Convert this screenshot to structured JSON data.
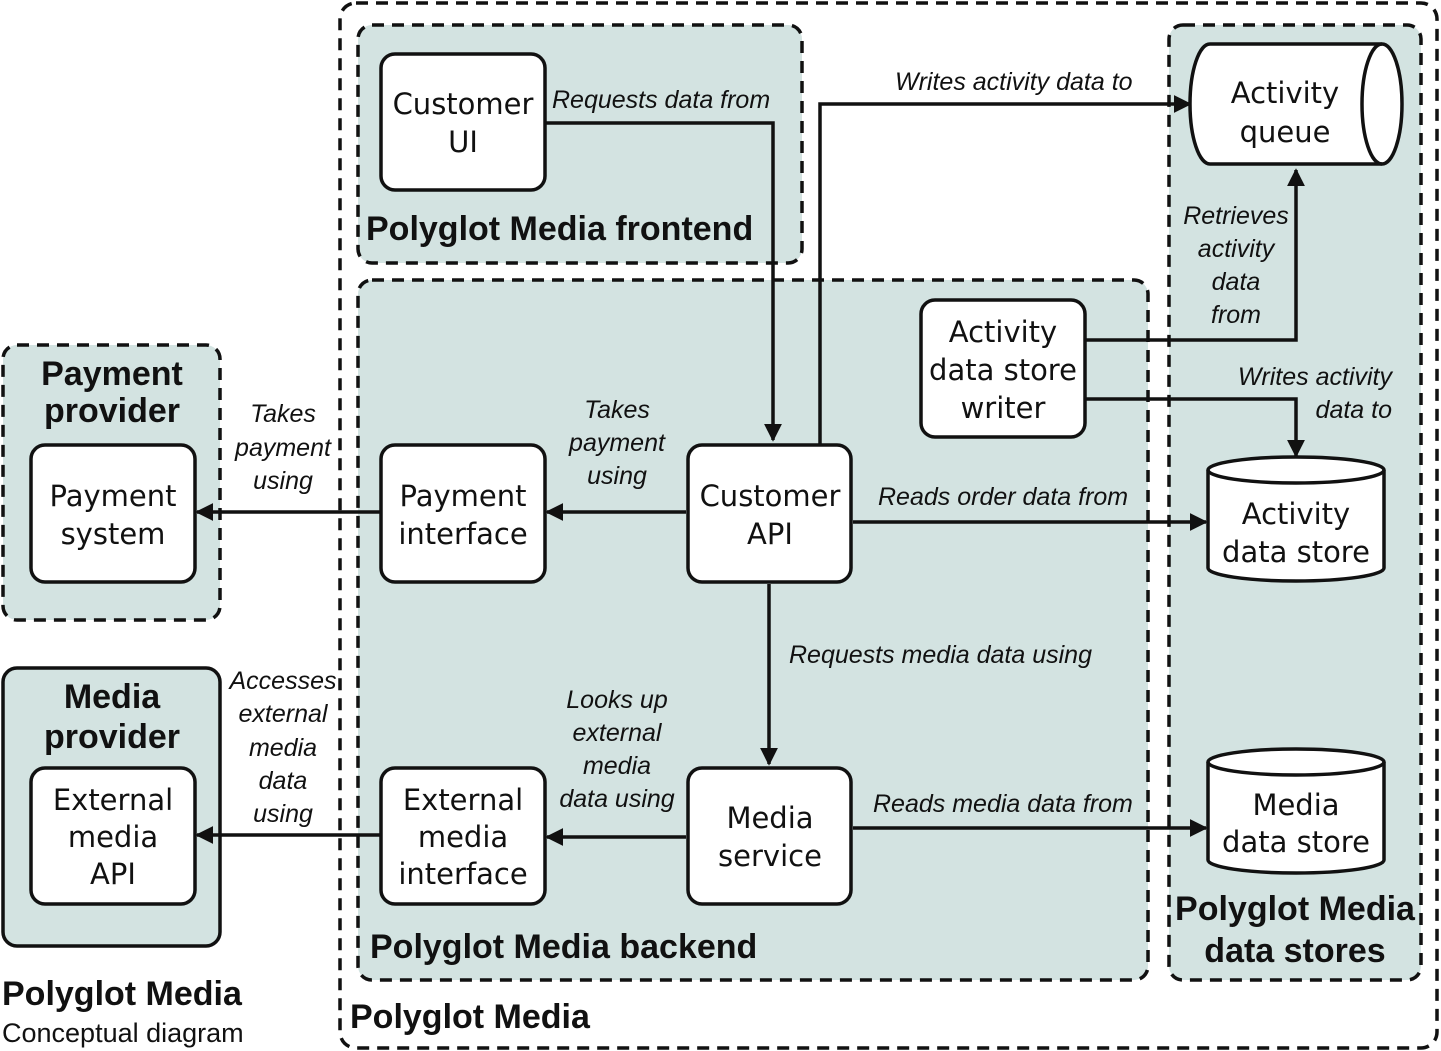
{
  "theme": {
    "group_fill": "#d3e3e1",
    "stroke": "#111111",
    "node_fill": "#ffffff"
  },
  "groups": {
    "polyglot_media": "Polyglot Media",
    "frontend": "Polyglot Media frontend",
    "backend": "Polyglot Media backend",
    "data_stores": [
      "Polyglot Media",
      "data stores"
    ],
    "payment_provider": [
      "Payment",
      "provider"
    ],
    "media_provider": [
      "Media",
      "provider"
    ]
  },
  "nodes": {
    "customer_ui": [
      "Customer",
      "UI"
    ],
    "customer_api": [
      "Customer",
      "API"
    ],
    "payment_interface": [
      "Payment",
      "interface"
    ],
    "payment_system": [
      "Payment",
      "system"
    ],
    "media_service": [
      "Media",
      "service"
    ],
    "external_media_interface": [
      "External",
      "media",
      "interface"
    ],
    "external_media_api": [
      "External",
      "media",
      "API"
    ],
    "activity_writer": [
      "Activity",
      "data store",
      "writer"
    ],
    "activity_queue": [
      "Activity",
      "queue"
    ],
    "activity_store": [
      "Activity",
      "data store"
    ],
    "media_store": [
      "Media",
      "data store"
    ]
  },
  "edges": {
    "ui_to_api": "Requests data from",
    "api_to_queue": "Writes activity data to",
    "writer_from_queue": [
      "Retrieves",
      "activity",
      "data",
      "from"
    ],
    "writer_to_store": [
      "Writes activity",
      "data to"
    ],
    "api_to_activity_store": "Reads order data from",
    "api_to_payment_interface": [
      "Takes",
      "payment",
      "using"
    ],
    "payment_interface_to_system": [
      "Takes",
      "payment",
      "using"
    ],
    "api_to_media_service": "Requests media data using",
    "media_service_to_ext_interface": [
      "Looks up",
      "external",
      "media",
      "data using"
    ],
    "ext_interface_to_ext_api": [
      "Accesses",
      "external",
      "media",
      "data",
      "using"
    ],
    "media_service_to_media_store": "Reads media data from"
  },
  "footer": {
    "title": "Polyglot Media",
    "subtitle": "Conceptual diagram"
  }
}
